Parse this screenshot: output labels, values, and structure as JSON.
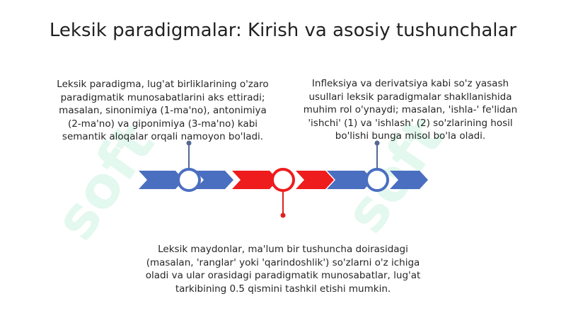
{
  "title": "Leksik paradigmalar: Kirish va asosiy tushunchalar",
  "blocks": {
    "left": {
      "lines": [
        "Leksik paradigma, lug'at birliklarining o'zaro",
        "paradigmatik munosabatlarini aks ettiradi;",
        "masalan, sinonimiya (1-ma'no), antonimiya",
        "(2-ma'no) va giponimiya (3-ma'no) kabi",
        "semantik aloqalar orqali namoyon bo'ladi."
      ]
    },
    "right": {
      "lines": [
        "Infleksiya va derivatsiya kabi so'z yasash",
        "usullari leksik paradigmalar shakllanishida",
        "muhim rol o'ynaydi; masalan, 'ishla-' fe'lidan",
        "'ishchi' (1) va 'ishlash' (2) so'zlarining hosil",
        "bo'lishi bunga misol bo'la oladi."
      ]
    },
    "bottom": {
      "lines": [
        "Leksik maydonlar, ma'lum bir tushuncha doirasidagi",
        "(masalan, 'ranglar' yoki 'qarindoshlik') so'zlarni o'z ichiga",
        "oladi va ular orasidagi paradigmatik munosabatlar, lug'at",
        "tarkibining 0.5 qismini tashkil etishi mumkin."
      ]
    }
  },
  "watermark": "soft",
  "colors": {
    "blue": "#4a6fc1",
    "red": "#ee1c1c",
    "marker_blue": "#4a6fc1",
    "connector_blue": "#55688f",
    "connector_red": "#e02020",
    "watermark": "#3ecf8e"
  }
}
